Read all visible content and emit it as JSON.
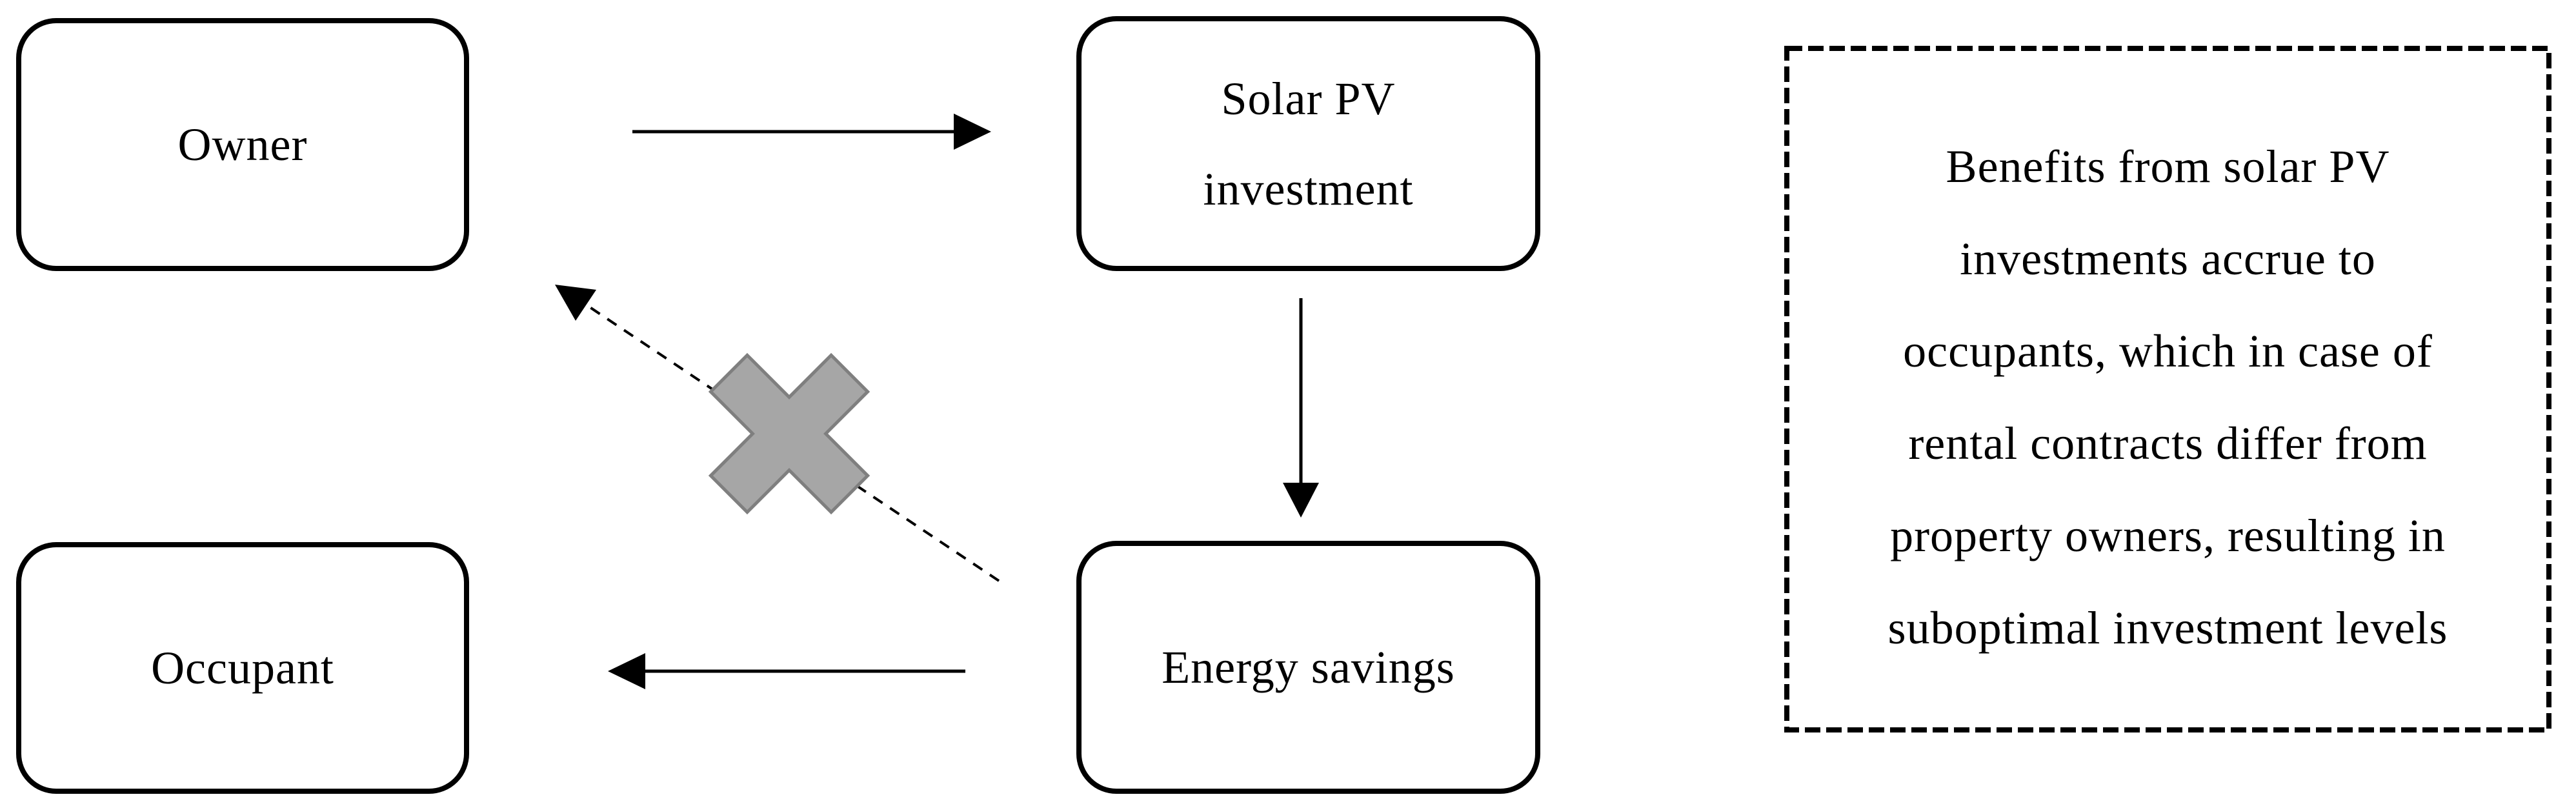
{
  "figure": {
    "description": "Split-incentive problem diagram: flow of solar PV investment benefits between property owner and occupant",
    "colors": {
      "background": "#ffffff",
      "line": "#000000",
      "text": "#000000",
      "x_marker_fill": "#a6a6a6",
      "x_marker_stroke": "#7f7f7f"
    },
    "nodes": [
      {
        "id": "owner",
        "label": "Owner"
      },
      {
        "id": "solar-pv-investment",
        "label": "Solar PV investment",
        "label_lines": [
          "Solar PV",
          "investment"
        ]
      },
      {
        "id": "occupant",
        "label": "Occupant"
      },
      {
        "id": "energy-savings",
        "label": "Energy savings"
      }
    ],
    "edges": [
      {
        "from": "Owner",
        "to": "Solar PV investment",
        "style": "solid-arrow"
      },
      {
        "from": "Solar PV investment",
        "to": "Energy savings",
        "style": "solid-arrow"
      },
      {
        "from": "Energy savings",
        "to": "Occupant",
        "style": "solid-arrow"
      },
      {
        "from": "Energy savings",
        "to": "Owner",
        "style": "dashed-arrow",
        "marker": "gray-x-blocked"
      }
    ],
    "note": {
      "lines": [
        "Benefits from solar PV",
        "investments accrue to",
        "occupants, which in case of",
        "rental contracts differ from",
        "property owners, resulting in",
        "suboptimal investment levels"
      ]
    }
  }
}
